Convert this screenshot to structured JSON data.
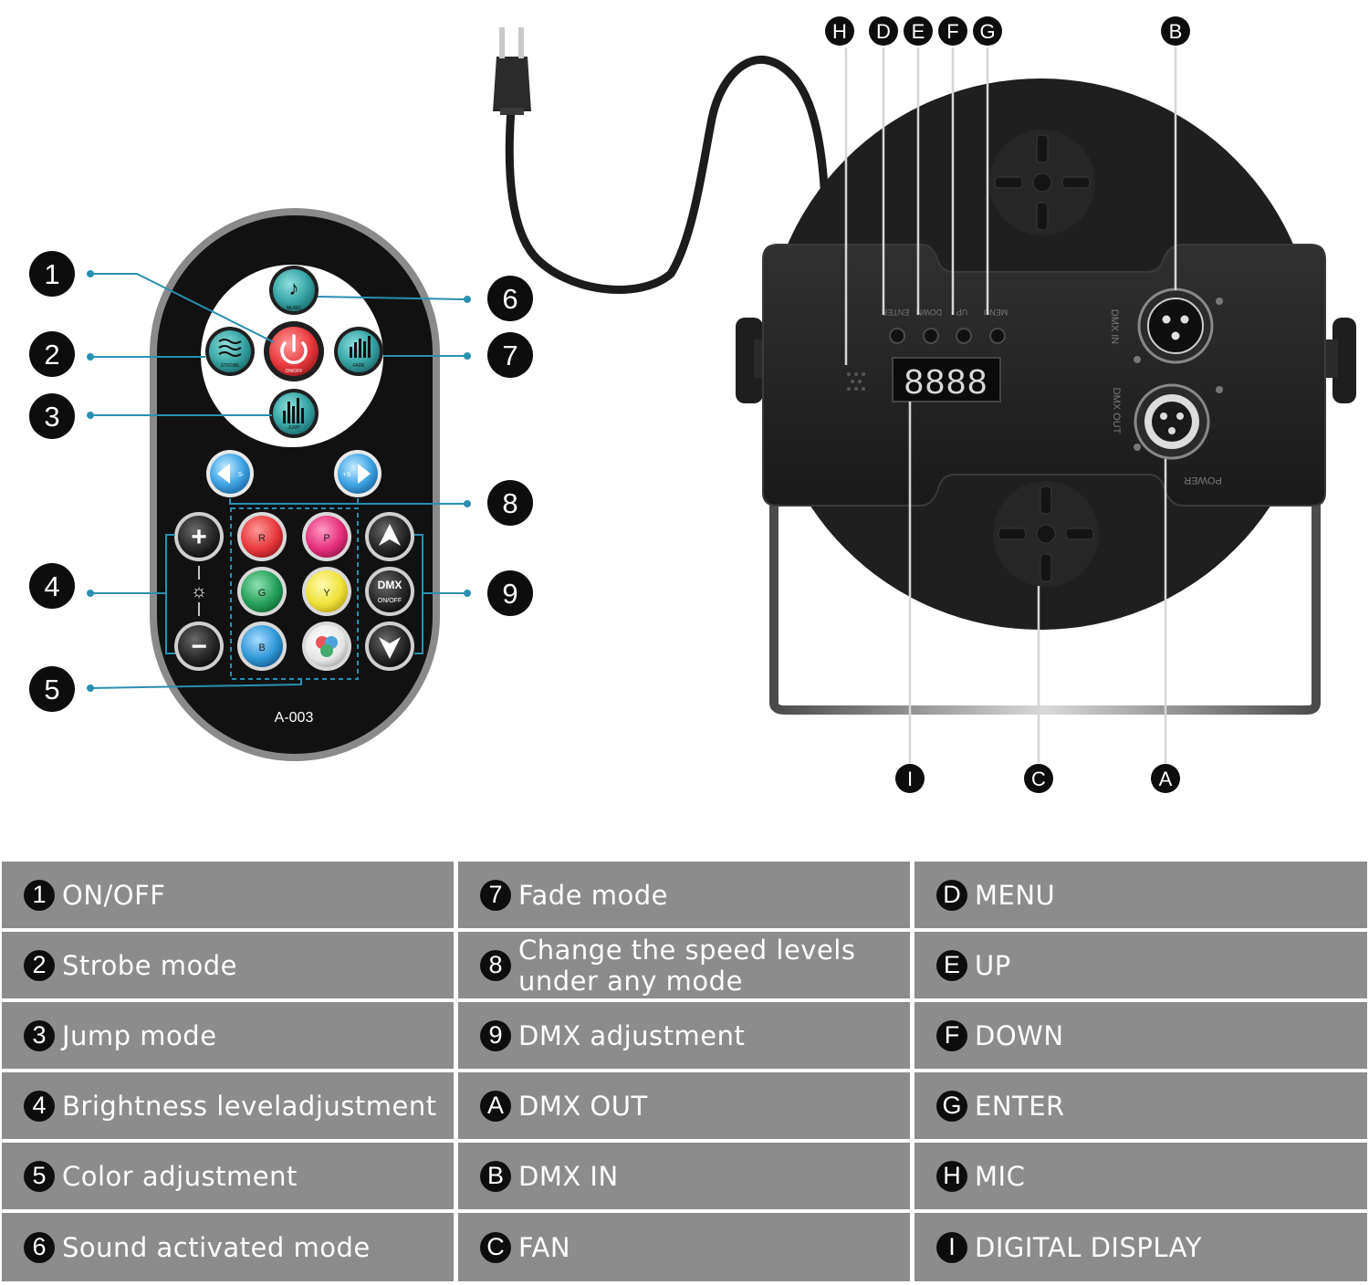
{
  "remote": {
    "model": "A-003",
    "buttons": {
      "music": "MUSIC",
      "onoff": "ON/OFF",
      "strobe": "STROBE",
      "fade": "FADE",
      "jump": "JUMP",
      "speed_down": "S-",
      "speed_up": "+S",
      "plus": "+",
      "minus": "−",
      "dmx": "DMX",
      "dmx_onoff": "ON/OFF",
      "color_r": "R",
      "color_p": "P",
      "color_g": "G",
      "color_y": "Y",
      "color_b": "B"
    }
  },
  "remote_callouts": [
    "1",
    "2",
    "3",
    "4",
    "5",
    "6",
    "7",
    "8",
    "9"
  ],
  "device_callouts": [
    "H",
    "D",
    "E",
    "F",
    "G",
    "B",
    "I",
    "C",
    "A"
  ],
  "device_panel": {
    "display": "8888",
    "button_labels": [
      "MENU",
      "UP",
      "DOWN",
      "ENTER"
    ],
    "dmx_in": "DMX IN",
    "dmx_out": "DMX OUT",
    "power": "POWER"
  },
  "legend": {
    "col1": [
      {
        "key": "1",
        "text": "ON/OFF"
      },
      {
        "key": "2",
        "text": "Strobe mode"
      },
      {
        "key": "3",
        "text": "Jump mode"
      },
      {
        "key": "4",
        "text": "Brightness leveladjustment"
      },
      {
        "key": "5",
        "text": "Color adjustment"
      },
      {
        "key": "6",
        "text": "Sound activated mode"
      }
    ],
    "col2": [
      {
        "key": "7",
        "text": "Fade mode"
      },
      {
        "key": "8",
        "text": "Change the speed levels under any mode"
      },
      {
        "key": "9",
        "text": "DMX adjustment"
      },
      {
        "key": "A",
        "text": "DMX OUT"
      },
      {
        "key": "B",
        "text": "DMX IN"
      },
      {
        "key": "C",
        "text": "FAN"
      }
    ],
    "col3": [
      {
        "key": "D",
        "text": "MENU"
      },
      {
        "key": "E",
        "text": "UP"
      },
      {
        "key": "F",
        "text": "DOWN"
      },
      {
        "key": "G",
        "text": "ENTER"
      },
      {
        "key": "H",
        "text": "MIC"
      },
      {
        "key": "I",
        "text": "DIGITAL DISPLAY"
      }
    ]
  },
  "colors": {
    "cell_bg": "#8c8c8c",
    "badge": "#0d0d0d",
    "leader": "#2a8fb0",
    "red": "#e8393d",
    "pink": "#e5307a",
    "green": "#25a05a",
    "yellow": "#f0e23a",
    "blue": "#2f97d6",
    "teal": "#3aa7a7"
  }
}
